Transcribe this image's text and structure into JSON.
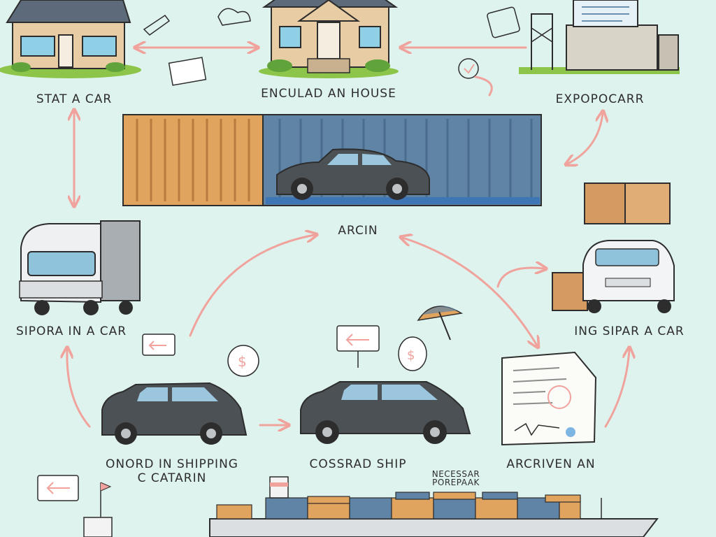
{
  "colors": {
    "background": "#dff3ee",
    "arrow": "#f0a39c",
    "ink": "#2d2d2d",
    "car_dark": "#4b5155",
    "car_light": "#f2f4f5",
    "container_orange": "#e0a45f",
    "container_blue": "#5f84a6",
    "grass": "#8cc54a",
    "box_cardboard": "#d49a62"
  },
  "nodes": {
    "start": {
      "label": "STAT A CAR"
    },
    "house": {
      "label": "ENCULAD AN HOUSE"
    },
    "export": {
      "label": "EXPOPOCARR"
    },
    "carrier": {
      "label": "ARCIN"
    },
    "truck": {
      "label": "SIPORA IN A CAR"
    },
    "white_car": {
      "label": "ING SIPAR A CAR"
    },
    "onboard": {
      "label_line1": "ONORD IN SHIPPING",
      "label_line2": "C CATARIN"
    },
    "cross": {
      "label": "COSSRAD SHIP"
    },
    "archive": {
      "label": "ARCRIVEN AN"
    },
    "necessary": {
      "label_line1": "NECESSAR",
      "label_line2": "POREPAAK"
    }
  },
  "icons": [
    "house-icon",
    "container-icon",
    "truck-icon",
    "car-icon",
    "document-icon",
    "ship-icon",
    "umbrella-icon",
    "dollar-icon",
    "box-icon"
  ]
}
